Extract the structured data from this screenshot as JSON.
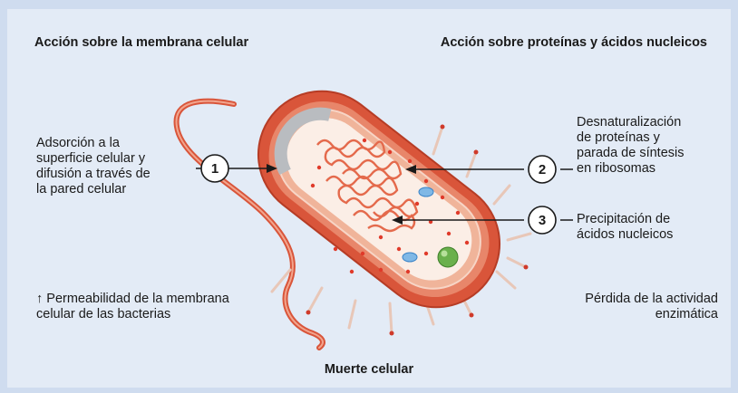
{
  "headings": {
    "left": "Acción sobre la membrana celular",
    "right": "Acción sobre proteínas y ácidos nucleicos",
    "bottom": "Muerte celular"
  },
  "labels": {
    "adsorcion": [
      "Adsorción a la",
      "superficie celular y",
      "difusión a través de",
      "la pared celular"
    ],
    "desnaturalizacion": [
      "Desnaturalización",
      "de proteínas y",
      "parada de síntesis",
      "en ribosomas"
    ],
    "precipitacion": [
      "Precipitación de",
      "ácidos nucleicos"
    ],
    "permeabilidad": [
      "↑ Permeabilidad de la membrana",
      "celular de las bacterias"
    ],
    "perdida": [
      "Pérdida de la actividad",
      "enzimática"
    ]
  },
  "callouts": [
    "1",
    "2",
    "3"
  ],
  "colors": {
    "background": "#e3ebf6",
    "outer_wall": "#d9553a",
    "membrane": "#f0b49a",
    "cytoplasm": "#fbeee6",
    "dna": "#e46a4c",
    "ribosome": "#e03a2a",
    "granule": "#7fb8e6",
    "nucleoid_ball": "#6ab04c"
  }
}
